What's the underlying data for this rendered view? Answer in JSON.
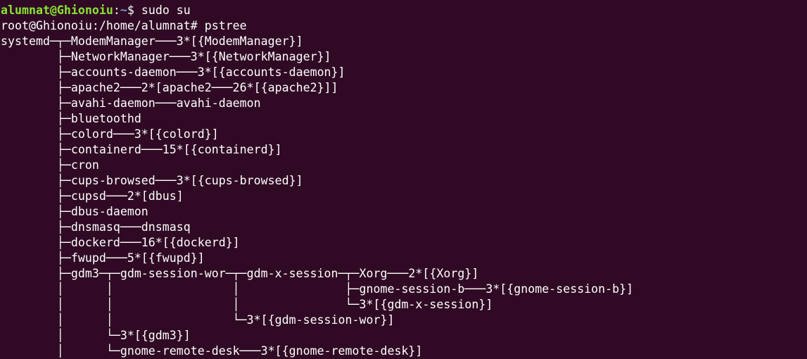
{
  "prompt1": {
    "user_host": "alumnat@Ghionoiu",
    "sep": ":",
    "path": "~",
    "symbol": "$ ",
    "command": "sudo su"
  },
  "prompt2": {
    "text": "root@Ghionoiu:/home/alumnat# pstree"
  },
  "tree_lines": [
    "systemd─┬─ModemManager───3*[{ModemManager}]",
    "        ├─NetworkManager───3*[{NetworkManager}]",
    "        ├─accounts-daemon───3*[{accounts-daemon}]",
    "        ├─apache2───2*[apache2───26*[{apache2}]]",
    "        ├─avahi-daemon───avahi-daemon",
    "        ├─bluetoothd",
    "        ├─colord───3*[{colord}]",
    "        ├─containerd───15*[{containerd}]",
    "        ├─cron",
    "        ├─cups-browsed───3*[{cups-browsed}]",
    "        ├─cupsd───2*[dbus]",
    "        ├─dbus-daemon",
    "        ├─dnsmasq───dnsmasq",
    "        ├─dockerd───16*[{dockerd}]",
    "        ├─fwupd───5*[{fwupd}]",
    "        ├─gdm3─┬─gdm-session-wor─┬─gdm-x-session─┬─Xorg───2*[{Xorg}]",
    "        │      │                 │               ├─gnome-session-b───3*[{gnome-session-b}]",
    "        │      │                 │               └─3*[{gdm-x-session}]",
    "        │      │                 └─3*[{gdm-session-wor}]",
    "        │      └─3*[{gdm3}]",
    "        │      └─gnome-remote-desk───3*[{gnome-remote-desk}]"
  ]
}
